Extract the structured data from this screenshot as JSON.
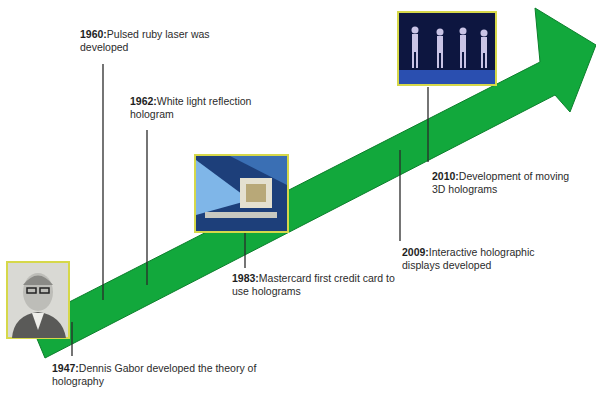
{
  "diagram": {
    "labels": [
      "1960:",
      "Pulsed ruby laser was developed",
      "1962:",
      "White light reflection hologram",
      "1983:",
      "Mastercard first credit card to use holograms",
      "2009:",
      "Interactive holographic displays developed",
      "2010:",
      "Development of moving 3D holograms",
      "1947:",
      "Dennis Gabor developed the theory of holography"
    ]
  }
}
